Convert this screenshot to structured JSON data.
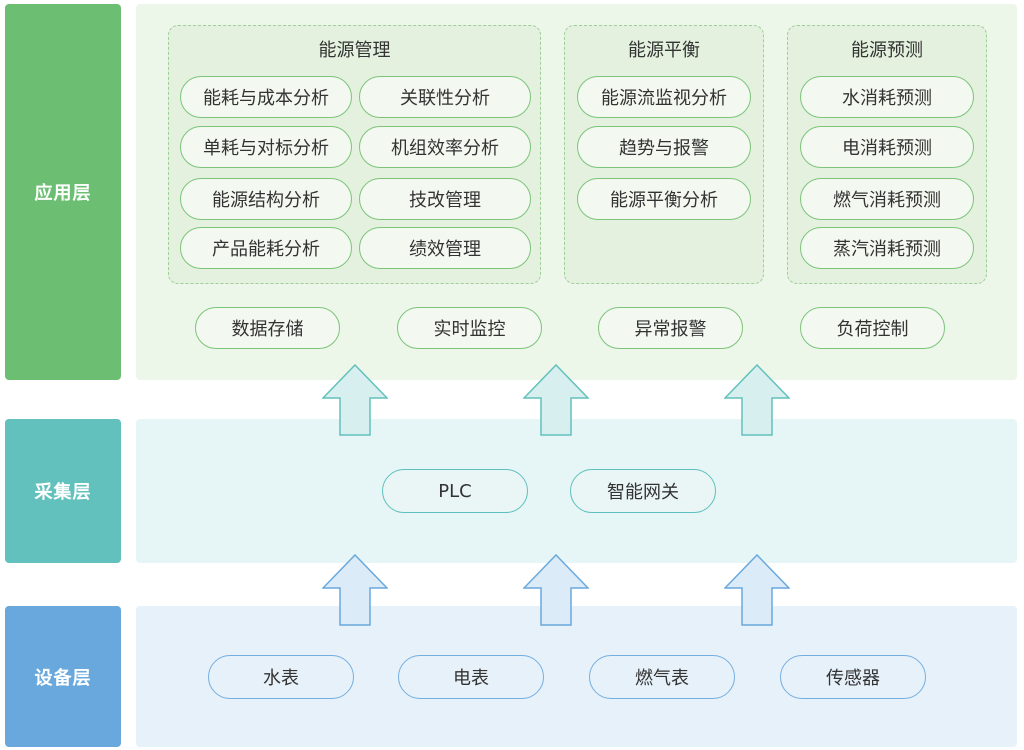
{
  "layers": {
    "application": {
      "label": "应用层",
      "color": "#6cbf72"
    },
    "collection": {
      "label": "采集层",
      "color": "#62c1bc"
    },
    "device": {
      "label": "设备层",
      "color": "#69a8dd"
    }
  },
  "groups": {
    "energy_management": {
      "title": "能源管理",
      "items": [
        "能耗与成本分析",
        "关联性分析",
        "单耗与对标分析",
        "机组效率分析",
        "能源结构分析",
        "技改管理",
        "产品能耗分析",
        "绩效管理"
      ]
    },
    "energy_balance": {
      "title": "能源平衡",
      "items": [
        "能源流监视分析",
        "趋势与报警",
        "能源平衡分析"
      ]
    },
    "energy_forecast": {
      "title": "能源预测",
      "items": [
        "水消耗预测",
        "电消耗预测",
        "燃气消耗预测",
        "蒸汽消耗预测"
      ]
    }
  },
  "app_functions": [
    "数据存储",
    "实时监控",
    "异常报警",
    "负荷控制"
  ],
  "collection_items": [
    "PLC",
    "智能网关"
  ],
  "device_items": [
    "水表",
    "电表",
    "燃气表",
    "传感器"
  ],
  "colors": {
    "app_panel": "#ecf6e9",
    "collection_panel": "#e6f5f5",
    "device_panel": "#e6f1fa",
    "arrow_teal": "#d7efef",
    "arrow_blue": "#dcebf8"
  }
}
